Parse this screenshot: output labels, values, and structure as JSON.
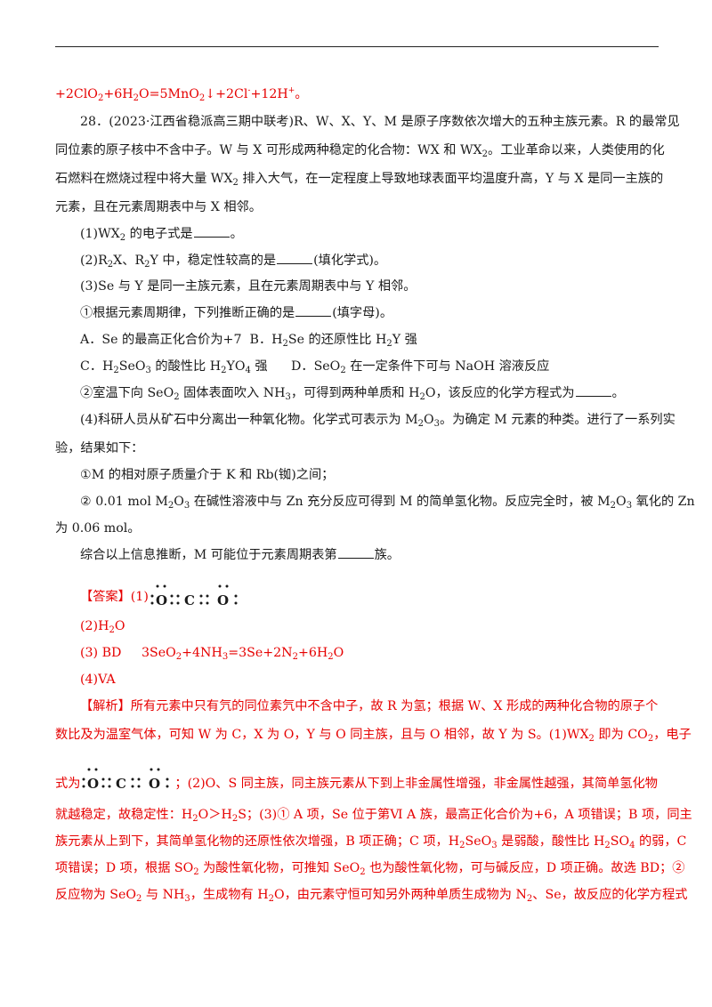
{
  "colors": {
    "answer_red": "#e60000",
    "text": "#1a1a1a"
  },
  "fragment": {
    "text": "+2ClO",
    "sub1": "2",
    "mid1": "+6H",
    "sub2": "2",
    "mid2": "O=5MnO",
    "sub3": "2",
    "mid3": "↓+2Cl",
    "sup1": "-",
    "mid4": "+12H",
    "sup2": "+",
    "end": "。"
  },
  "question": {
    "line1": "28．(2023·江西省稳派高三期中联考)R、W、X、Y、M 是原子序数依次增大的五种主族元素。R 的最常见",
    "line2_a": "同位素的原子核中不含中子。W 与 X 可形成两种稳定的化合物：WX 和 WX",
    "line2_sub": "2",
    "line2_b": "。工业革命以来，人类使用的化",
    "line3_a": "石燃料在燃烧过程中将大量 WX",
    "line3_sub": "2",
    "line3_b": " 排入大气，在一定程度上导致地球表面平均温度升高，Y 与 X 是同一主族的",
    "line4": "元素，且在元素周期表中与 X 相邻。",
    "p1_a": "(1)WX",
    "p1_sub": "2",
    "p1_b": " 的电子式是",
    "p1_end": "。",
    "p2_a": "(2)R",
    "p2_sub1": "2",
    "p2_b": "X、R",
    "p2_sub2": "2",
    "p2_c": "Y 中，稳定性较高的是",
    "p2_end": "(填化学式)。",
    "p3": "(3)Se 与 Y 是同一主族元素，且在元素周期表中与 Y 相邻。",
    "p3_1_a": "①根据元素周期律，下列推断正确的是",
    "p3_1_end": "(填字母)。",
    "optA": "A．Se 的最高正化合价为+7",
    "optB_a": "B．H",
    "optB_sub": "2",
    "optB_b": "Se 的还原性比 H",
    "optB_sub2": "2",
    "optB_c": "Y 强",
    "optC_a": "C．H",
    "optC_sub": "2",
    "optC_b": "SeO",
    "optC_sub2": "3",
    "optC_c": " 的酸性比 H",
    "optC_sub3": "2",
    "optC_d": "YO",
    "optC_sub4": "4",
    "optC_e": " 强",
    "optD_a": "D．SeO",
    "optD_sub": "2",
    "optD_b": " 在一定条件下可与 NaOH 溶液反应",
    "p3_2_a": "②室温下向 SeO",
    "p3_2_sub": "2",
    "p3_2_b": " 固体表面吹入 NH",
    "p3_2_sub2": "3",
    "p3_2_c": "，可得到两种单质和 H",
    "p3_2_sub3": "2",
    "p3_2_d": "O，该反应的化学方程式为",
    "p3_2_end": "。",
    "p4_a": "(4)科研人员从矿石中分离出一种氧化物。化学式可表示为 M",
    "p4_sub": "2",
    "p4_b": "O",
    "p4_sub2": "3",
    "p4_c": "。为确定 M 元素的种类。进行了一系列实",
    "p4_line2": "验，结果如下：",
    "r1": "①M 的相对原子质量介于 K 和 Rb(铷)之间；",
    "r2_a": "② 0.01 mol M",
    "r2_sub": "2",
    "r2_b": "O",
    "r2_sub2": "3",
    "r2_c": " 在碱性溶液中与 Zn 充分反应可得到 M 的简单氢化物。反应完全时，被 M",
    "r2_sub3": "2",
    "r2_d": "O",
    "r2_sub4": "3",
    "r2_e": " 氧化的 Zn",
    "r2_line2": "为 0.06 mol。",
    "conclude_a": "综合以上信息推断，M 可能位于元素周期表第",
    "conclude_end": "族。"
  },
  "answer": {
    "label": "【答案】",
    "a1": "(1)",
    "lewis_atoms": [
      "O",
      "C",
      "O"
    ],
    "a2_a": "(2)H",
    "a2_sub": "2",
    "a2_b": "O",
    "a3_a": "(3) BD",
    "a3_b": "3SeO",
    "a3_sub1": "2",
    "a3_c": "+4NH",
    "a3_sub2": "3",
    "a3_d": "=3Se+2N",
    "a3_sub3": "2",
    "a3_e": "+6H",
    "a3_sub4": "2",
    "a3_f": "O",
    "a4": "(4)VA"
  },
  "analysis": {
    "label": "【解析】",
    "l1": "所有元素中只有氕的同位素氕中不含中子，故 R 为氢；根据 W、X 形成的两种化合物的原子个",
    "l2_a": "数比及为温室气体，可知 W 为 C，X 为 O，Y 与 O 同主族，且与 O 相邻，故 Y 为 S。(1)WX",
    "l2_sub": "2",
    "l2_b": " 即为 CO",
    "l2_sub2": "2",
    "l2_c": "，电子",
    "l3_a": "式为",
    "l3_b": "；(2)O、S 同主族，同主族元素从下到上非金属性增强，非金属性越强，其简单氢化物",
    "l4_a": "就越稳定，故稳定性：H",
    "l4_sub": "2",
    "l4_b": "O＞H",
    "l4_sub2": "2",
    "l4_c": "S；(3)① A 项，Se 位于第Ⅵ A 族，最高正化合价为+6，A 项错误；B 项，同主",
    "l5": "族元素从上到下，其简单氢化物的还原性依次增强，B 项正确；C 项，H",
    "l5_sub": "2",
    "l5_b": "SeO",
    "l5_sub2": "3",
    "l5_c": " 是弱酸，酸性比 H",
    "l5_sub3": "2",
    "l5_d": "SO",
    "l5_sub4": "4",
    "l5_e": " 的弱，C",
    "l6_a": "项错误；D 项，根据 SO",
    "l6_sub": "2",
    "l6_b": " 为酸性氧化物，可推知 SeO",
    "l6_sub2": "2",
    "l6_c": " 也为酸性氧化物，可与碱反应，D 项正确。故选 BD；②",
    "l7_a": "反应物为 SeO",
    "l7_sub": "2",
    "l7_b": " 与 NH",
    "l7_sub2": "3",
    "l7_c": "，生成物有 H",
    "l7_sub3": "2",
    "l7_d": "O，由元素守恒可知另外两种单质生成物为 N",
    "l7_sub4": "2",
    "l7_e": "、Se，故反应的化学方程式"
  }
}
